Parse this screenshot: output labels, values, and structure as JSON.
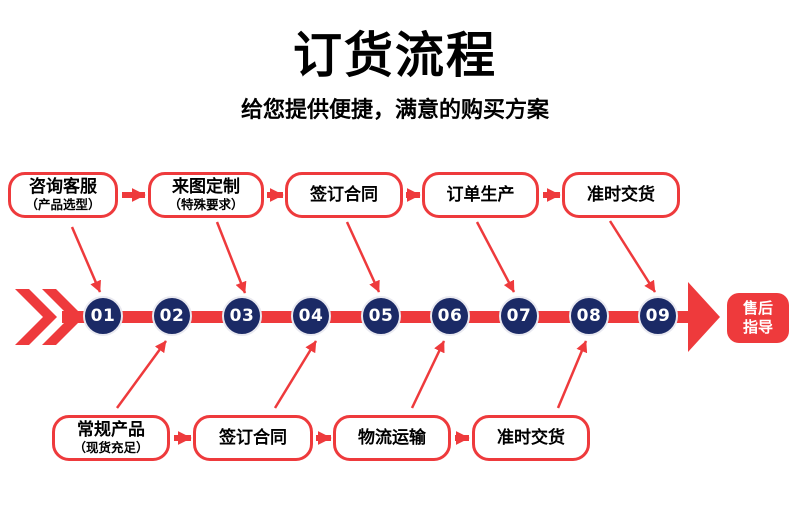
{
  "header": {
    "title": "订货流程",
    "subtitle": "给您提供便捷，满意的购买方案"
  },
  "top_row": {
    "steps": [
      {
        "title": "咨询客服",
        "sub": "（产品选型）"
      },
      {
        "title": "来图定制",
        "sub": "（特殊要求）"
      },
      {
        "title": "签订合同"
      },
      {
        "title": "订单生产"
      },
      {
        "title": "准时交货"
      }
    ]
  },
  "bottom_row": {
    "steps": [
      {
        "title": "常规产品",
        "sub": "（现货充足）"
      },
      {
        "title": "签订合同"
      },
      {
        "title": "物流运输"
      },
      {
        "title": "准时交货"
      }
    ]
  },
  "timeline": {
    "steps": [
      {
        "num": "01"
      },
      {
        "num": "02"
      },
      {
        "num": "03"
      },
      {
        "num": "04"
      },
      {
        "num": "05"
      },
      {
        "num": "06"
      },
      {
        "num": "07"
      },
      {
        "num": "08"
      },
      {
        "num": "09"
      }
    ],
    "end_label": "售后\n指导"
  },
  "colors": {
    "accent_red": "#ee3a3c",
    "circle_navy": "#1b2a66",
    "text_black": "#000000"
  }
}
